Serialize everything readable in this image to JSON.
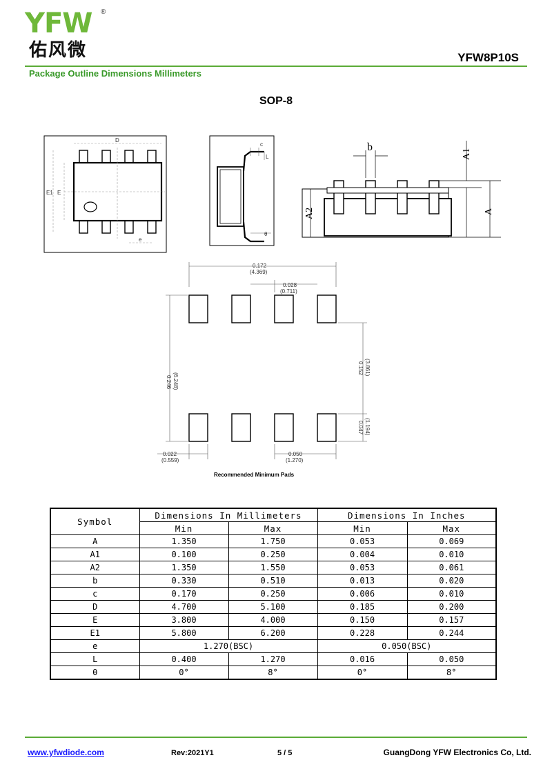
{
  "header": {
    "logo_text": "YFW",
    "logo_reg": "®",
    "logo_cn": "佑风微",
    "part_number": "YFW8P10S",
    "subtitle": "Package Outline Dimensions Millimeters",
    "brand_color": "#5aab36"
  },
  "package_name": "SOP-8",
  "drawings": {
    "top_labels": [
      "D",
      "E",
      "E1",
      "e"
    ],
    "side_labels": [
      "c",
      "L",
      "θ"
    ],
    "front_labels": [
      "b",
      "A1",
      "A",
      "A2"
    ]
  },
  "pads": {
    "caption": "Recommended Minimum Pads",
    "dims": {
      "width_in": "0.172",
      "width_mm": "(4.369)",
      "pitch_gap_in": "0.028",
      "pitch_gap_mm": "(0.711)",
      "total_h_in": "0.246",
      "total_h_mm": "(6.248)",
      "inner_h_in": "0.152",
      "inner_h_mm": "(3.861)",
      "pad_h_in": "0.047",
      "pad_h_mm": "(1.194)",
      "pad_w_in": "0.022",
      "pad_w_mm": "(0.559)",
      "pitch_in": "0.050",
      "pitch_mm": "(1.270)"
    }
  },
  "table": {
    "symbol_header": "Symbol",
    "mm_header": "Dimensions In Millimeters",
    "in_header": "Dimensions In Inches",
    "min_label": "Min",
    "max_label": "Max",
    "rows": [
      {
        "sym": "A",
        "mm_min": "1.350",
        "mm_max": "1.750",
        "in_min": "0.053",
        "in_max": "0.069"
      },
      {
        "sym": "A1",
        "mm_min": "0.100",
        "mm_max": "0.250",
        "in_min": "0.004",
        "in_max": "0.010"
      },
      {
        "sym": "A2",
        "mm_min": "1.350",
        "mm_max": "1.550",
        "in_min": "0.053",
        "in_max": "0.061"
      },
      {
        "sym": "b",
        "mm_min": "0.330",
        "mm_max": "0.510",
        "in_min": "0.013",
        "in_max": "0.020"
      },
      {
        "sym": "c",
        "mm_min": "0.170",
        "mm_max": "0.250",
        "in_min": "0.006",
        "in_max": "0.010"
      },
      {
        "sym": "D",
        "mm_min": "4.700",
        "mm_max": "5.100",
        "in_min": "0.185",
        "in_max": "0.200"
      },
      {
        "sym": "E",
        "mm_min": "3.800",
        "mm_max": "4.000",
        "in_min": "0.150",
        "in_max": "0.157"
      },
      {
        "sym": "E1",
        "mm_min": "5.800",
        "mm_max": "6.200",
        "in_min": "0.228",
        "in_max": "0.244"
      },
      {
        "sym": "e",
        "mm_span": "1.270(BSC)",
        "in_span": "0.050(BSC)"
      },
      {
        "sym": "L",
        "mm_min": "0.400",
        "mm_max": "1.270",
        "in_min": "0.016",
        "in_max": "0.050"
      },
      {
        "sym": "θ",
        "mm_min": "0°",
        "mm_max": "8°",
        "in_min": "0°",
        "in_max": "8°"
      }
    ]
  },
  "footer": {
    "website": "www.yfwdiode.com",
    "rev": "Rev:2021Y1",
    "page": "5 / 5",
    "company": "GuangDong YFW Electronics Co, Ltd."
  }
}
